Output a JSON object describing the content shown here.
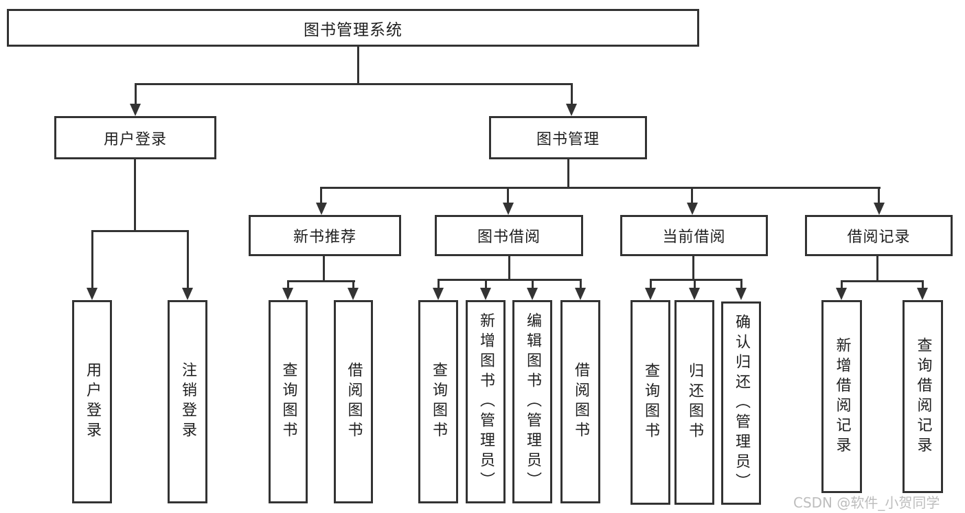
{
  "diagram": {
    "root": "图书管理系统",
    "level2": [
      "用户登录",
      "图书管理"
    ],
    "level3": [
      "新书推荐",
      "图书借阅",
      "当前借阅",
      "借阅记录"
    ],
    "leaves": {
      "user_login": [
        "用户登录",
        "注销登录"
      ],
      "new_book": [
        "查询图书",
        "借阅图书"
      ],
      "book_borrow": [
        "查询图书",
        "新增图书（管理员）",
        "编辑图书（管理员）",
        "借阅图书"
      ],
      "current_borrow": [
        "查询图书",
        "归还图书",
        "确认归还（管理员）"
      ],
      "borrow_record": [
        "新增借阅记录",
        "查询借阅记录"
      ]
    },
    "watermark": "CSDN @软件_小贺同学",
    "colors": {
      "line": "#333333",
      "text": "#1f1f1f",
      "background": "#ffffff",
      "watermark": "#bdbdbd"
    }
  }
}
